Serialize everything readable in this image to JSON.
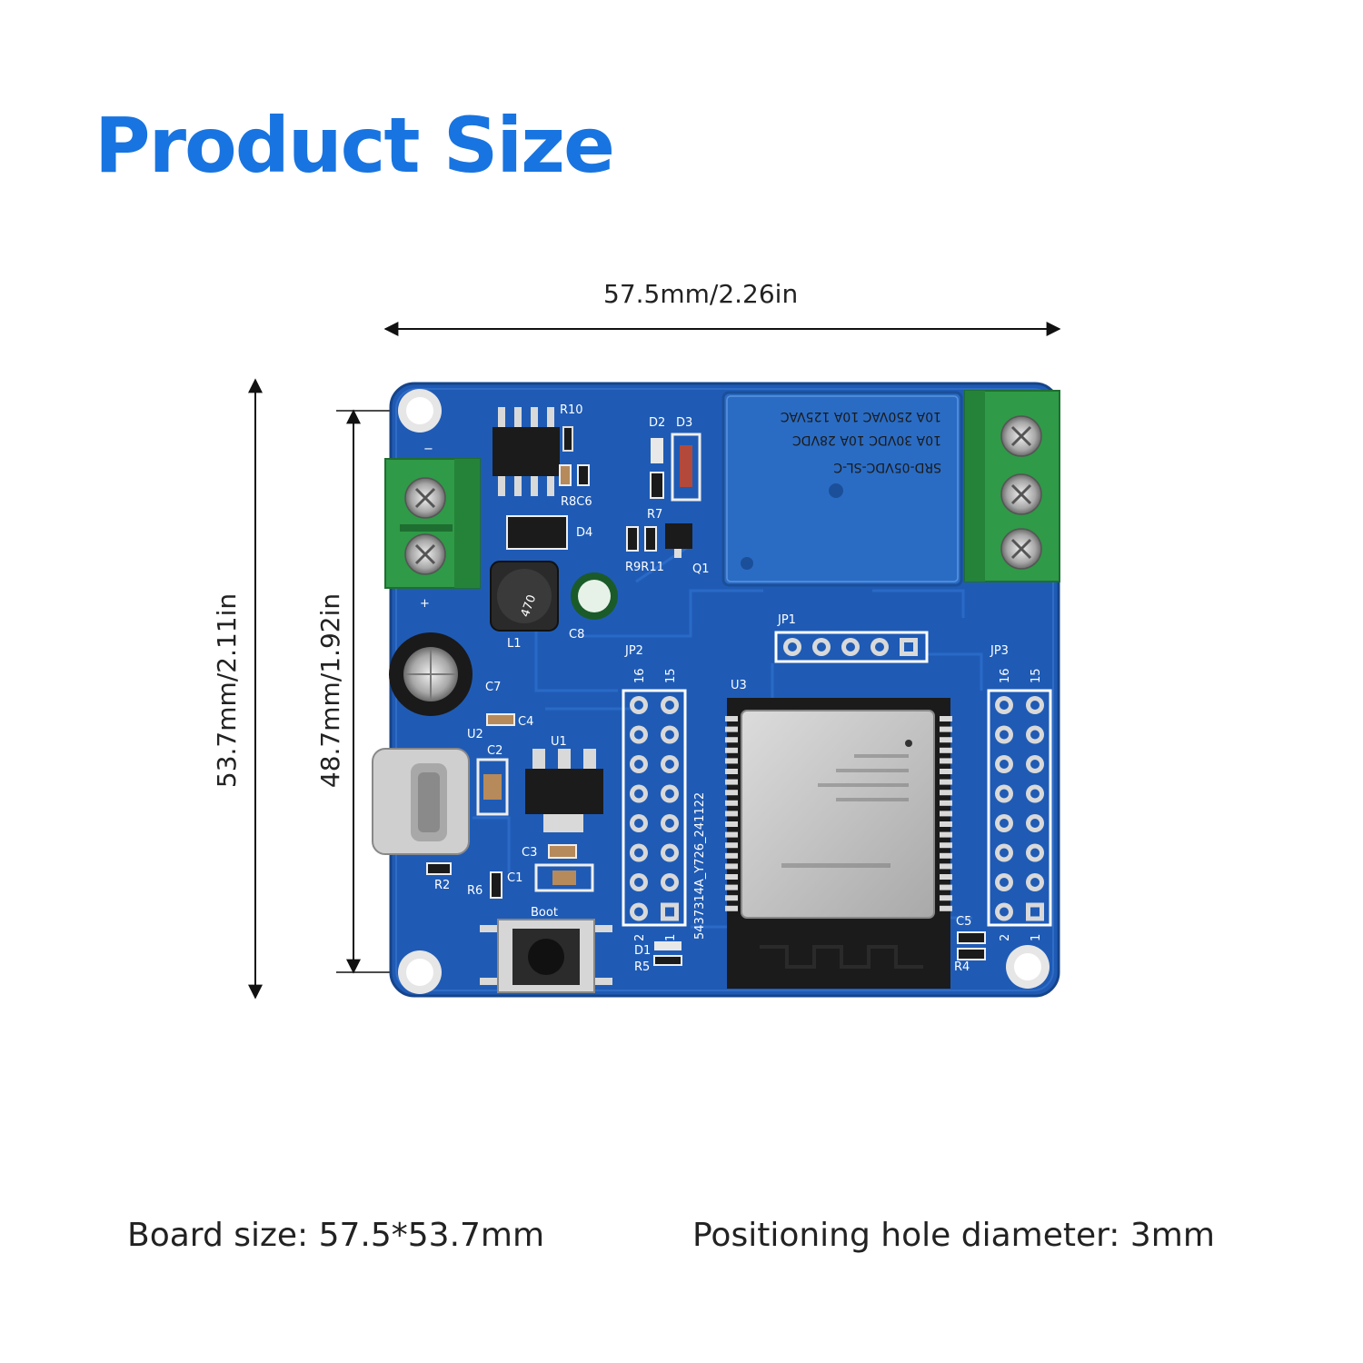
{
  "title": "Product Size",
  "dimensions": {
    "width_label": "57.5mm/2.26in",
    "height_outer_label": "53.7mm/2.11in",
    "height_inner_label": "48.7mm/1.92in"
  },
  "captions": {
    "board_size": "Board size: 57.5*53.7mm",
    "hole_diameter": "Positioning hole diameter: 3mm"
  },
  "board": {
    "relay": {
      "line1": "SRD-05VDC-SL-C",
      "line2": "10A 30VDC 10A 28VDC",
      "line3": "10A 250VAC 10A 125VAC"
    },
    "labels": {
      "r10": "R10",
      "d2": "D2",
      "d3": "D3",
      "r8c6": "R8C6",
      "r7": "R7",
      "d4": "D4",
      "r9r11": "R9R11",
      "q1": "Q1",
      "l1": "L1",
      "c8": "C8",
      "inductor": "470",
      "jp1": "JP1",
      "jp2": "JP2",
      "jp3": "JP3",
      "u3": "U3",
      "c7": "C7",
      "c4": "C4",
      "u2": "U2",
      "c2": "C2",
      "u1": "U1",
      "c3": "C3",
      "c1": "C1",
      "r2": "R2",
      "r6": "R6",
      "boot": "Boot",
      "d1": "D1",
      "r5": "R5",
      "c5": "C5",
      "r4": "R4",
      "minus": "−",
      "plus": "+",
      "pin16": "16",
      "pin15": "15",
      "pin2": "2",
      "pin1": "1",
      "serial": "5437314A_Y726_241122"
    }
  },
  "colors": {
    "title": "#1874e0",
    "pcb": "#1f5bb5",
    "terminal": "#2f9a47",
    "relay": "#2a6cc4",
    "module_shield": "#c9c9c9"
  }
}
